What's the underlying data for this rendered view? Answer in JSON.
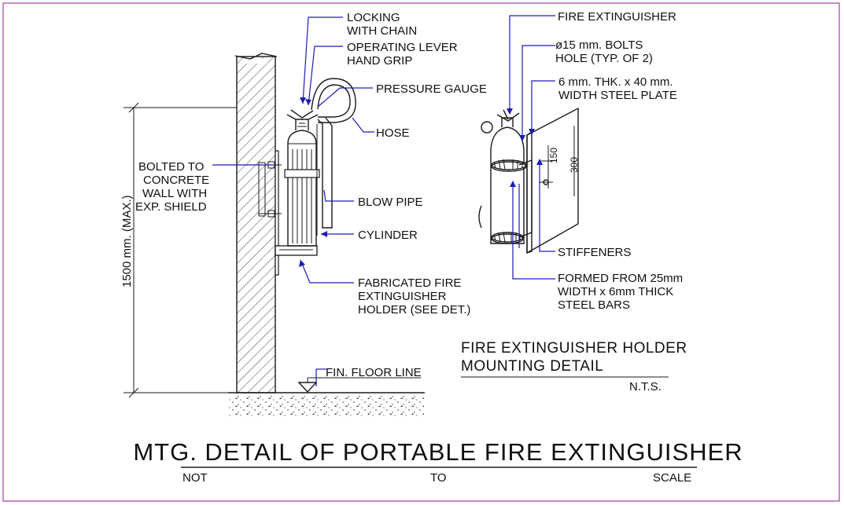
{
  "colors": {
    "border": "#a040a0",
    "ink": "#1a1a1a",
    "leader": "#1c1cb8"
  },
  "side_view": {
    "labels": {
      "locking_line1": "LOCKING",
      "locking_line2": "WITH CHAIN",
      "lever_line1": "OPERATING LEVER",
      "lever_line2": "HAND GRIP",
      "pressure_gauge": "PRESSURE GAUGE",
      "hose": "HOSE",
      "bolted_line1": "BOLTED TO",
      "bolted_line2": "CONCRETE",
      "bolted_line3": "WALL WITH",
      "bolted_line4": "EXP. SHIELD",
      "blow_pipe": "BLOW PIPE",
      "cylinder": "CYLINDER",
      "holder_line1": "FABRICATED FIRE",
      "holder_line2": "EXTINGUISHER",
      "holder_line3": "HOLDER (SEE DET.)",
      "height_dim": "1500 mm. (MAX.)",
      "floor_line": "FIN. FLOOR LINE"
    }
  },
  "detail_view": {
    "labels": {
      "fire_extinguisher": "FIRE EXTINGUISHER",
      "bolts_line1": "ø15 mm. BOLTS",
      "bolts_line2": "HOLE (TYP. OF 2)",
      "plate_line1": "6 mm. THK. x 40 mm.",
      "plate_line2": "WIDTH STEEL PLATE",
      "dim_150": "150",
      "dim_300": "300",
      "stiffeners": "STIFFENERS",
      "formed_line1": "FORMED FROM 25mm",
      "formed_line2": "WIDTH x 6mm THICK",
      "formed_line3": "STEEL BARS"
    },
    "title_line1": "FIRE EXTINGUISHER HOLDER",
    "title_line2": "MOUNTING DETAIL",
    "scale_note": "N.T.S."
  },
  "main_title": {
    "text": "MTG. DETAIL OF PORTABLE FIRE EXTINGUISHER",
    "sub_not": "NOT",
    "sub_to": "TO",
    "sub_scale": "SCALE"
  }
}
